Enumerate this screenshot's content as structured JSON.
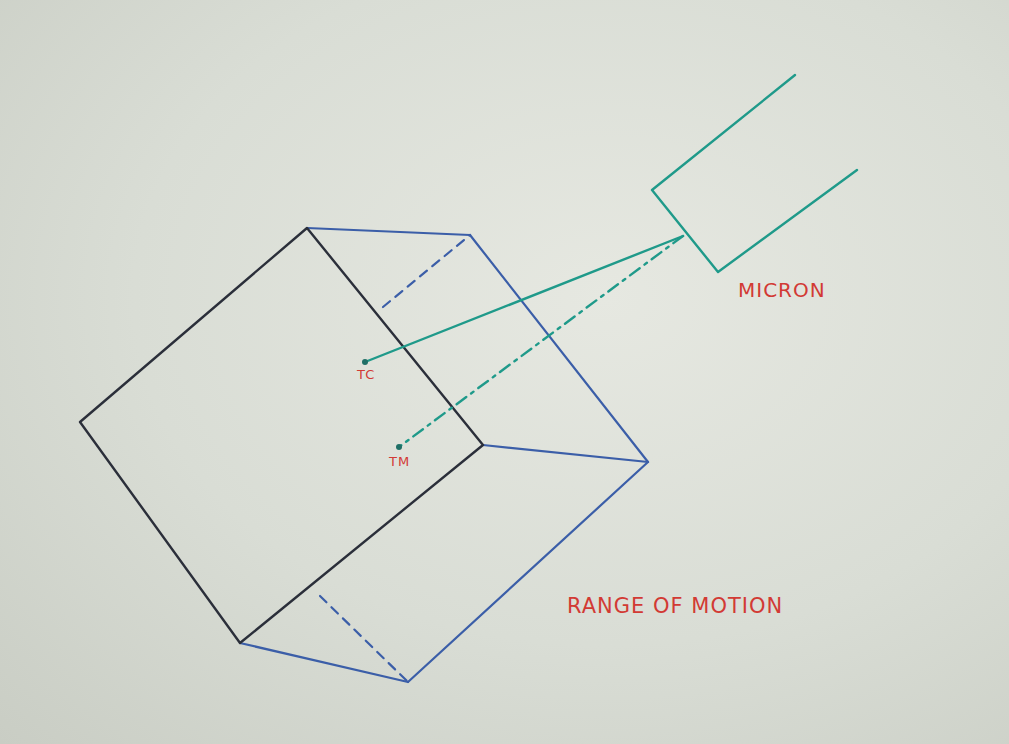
{
  "diagram": {
    "labels": [
      "TC",
      "TM",
      "MICRON",
      "RANGE OF MOTION"
    ]
  }
}
